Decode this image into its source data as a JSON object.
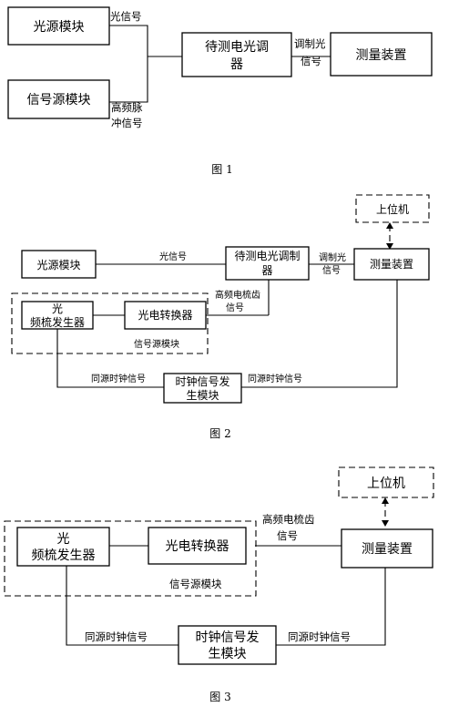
{
  "fig1": {
    "light_source": "光源模块",
    "signal_source": "信号源模块",
    "modulator": [
      "待测电光调",
      "器"
    ],
    "measure": "测量装置",
    "light_signal": "光信号",
    "hf_pulse": [
      "高频脉",
      "冲信号"
    ],
    "modulated_light": [
      "调制光",
      "信号"
    ],
    "caption": "图 1"
  },
  "fig2": {
    "host": "上位机",
    "light_source": "光源模块",
    "modulator": [
      "待测电光调制",
      "器"
    ],
    "measure": "测量装置",
    "comb_gen": [
      "光",
      "频梳发生器"
    ],
    "pd": "光电转换器",
    "signal_group": "信号源模块",
    "clock": [
      "时钟信号发",
      "生模块"
    ],
    "light_signal": "光信号",
    "modulated_light": [
      "调制光",
      "信号"
    ],
    "comb_signal": [
      "高频电梳齿",
      "信号"
    ],
    "sync_clock_left": "同源时钟信号",
    "sync_clock_right": "同源时钟信号",
    "caption": "图 2"
  },
  "fig3": {
    "host": "上位机",
    "comb_gen": [
      "光",
      "频梳发生器"
    ],
    "pd": "光电转换器",
    "signal_group": "信号源模块",
    "measure": "测量装置",
    "clock": [
      "时钟信号发",
      "生模块"
    ],
    "comb_signal": [
      "高频电梳齿",
      "信号"
    ],
    "sync_clock_left": "同源时钟信号",
    "sync_clock_right": "同源时钟信号",
    "caption": "图 3"
  }
}
